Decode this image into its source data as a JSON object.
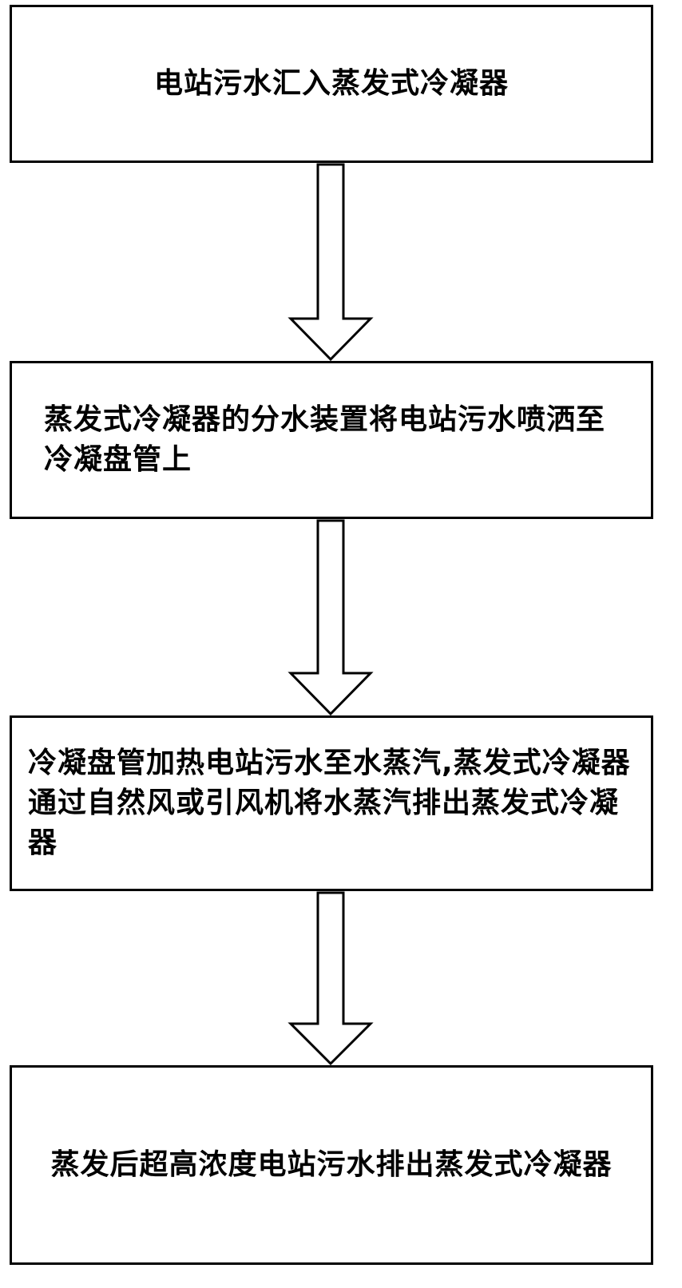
{
  "flowchart": {
    "steps": [
      {
        "text": "电站污水汇入蒸发式冷凝器"
      },
      {
        "text": "蒸发式冷凝器的分水装置将电站污水喷洒至冷凝盘管上"
      },
      {
        "text": "冷凝盘管加热电站污水至水蒸汽,蒸发式冷凝器通过自然风或引风机将水蒸汽排出蒸发式冷凝器"
      },
      {
        "text": "蒸发后超高浓度电站污水排出蒸发式冷凝器"
      }
    ],
    "colors": {
      "stroke": "#000000",
      "fill": "#ffffff",
      "text": "#000000"
    },
    "icons": [
      "down-arrow-icon",
      "down-arrow-icon",
      "down-arrow-icon"
    ]
  }
}
